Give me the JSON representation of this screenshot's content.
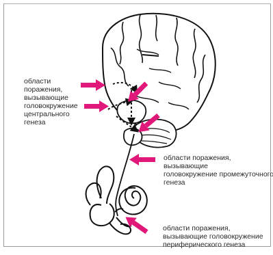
{
  "labels": {
    "central": "области\nпоражения,\nвызывающие\nголовокружение\nцентрального\nгенеза",
    "intermediate": "области поражения, вызывающие\nголовокружение промежуточного\nгенеза",
    "peripheral": "области поражения,\nвызывающие головокружение\nпериферического генеза"
  },
  "colors": {
    "arrow": "#e0187a",
    "line": "#111111"
  },
  "icons": {
    "brain": "brain-icon",
    "inner_ear": "inner-ear-icon"
  }
}
